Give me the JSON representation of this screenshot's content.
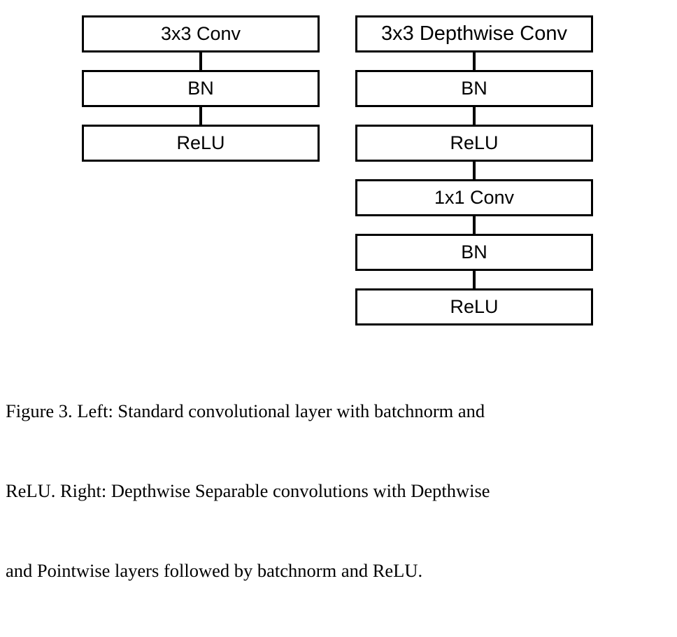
{
  "figure": {
    "id": "Figure 3",
    "background_color": "#ffffff",
    "stroke_color": "#000000",
    "text_color": "#000000"
  },
  "diagram": {
    "type": "flowchart",
    "orientation": "vertical",
    "columns": [
      {
        "side": "left",
        "name": "Standard convolution",
        "blocks": [
          {
            "label": "3x3 Conv"
          },
          {
            "label": "BN"
          },
          {
            "label": "ReLU"
          }
        ]
      },
      {
        "side": "right",
        "name": "Depthwise Separable convolution",
        "blocks": [
          {
            "label": "3x3 Depthwise Conv"
          },
          {
            "label": "BN"
          },
          {
            "label": "ReLU"
          },
          {
            "label": "1x1 Conv"
          },
          {
            "label": "BN"
          },
          {
            "label": "ReLU"
          }
        ]
      }
    ]
  },
  "caption": {
    "full_text": "Figure 3. Left: Standard convolutional layer with batchnorm and ReLU. Right: Depthwise Separable convolutions with Depthwise and Pointwise layers followed by batchnorm and ReLU.",
    "lines": [
      "Figure 3. Left:  Standard convolutional layer with batchnorm and",
      "ReLU. Right:  Depthwise Separable convolutions with Depthwise",
      "and Pointwise layers followed by batchnorm and ReLU."
    ]
  }
}
